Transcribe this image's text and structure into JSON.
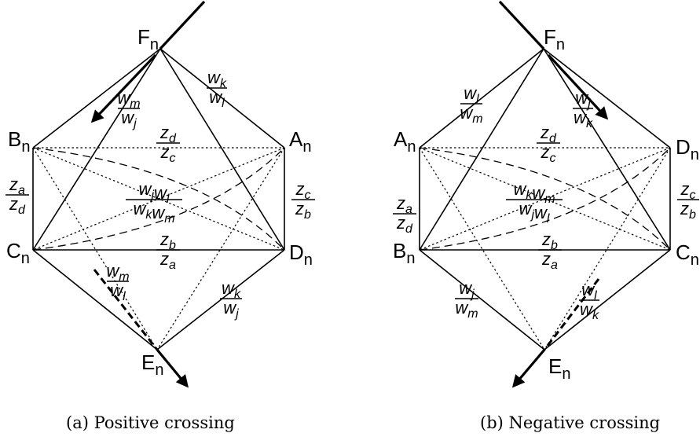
{
  "panels": [
    {
      "caption": "(a) Positive crossing",
      "vertices": {
        "F": {
          "letter": "F",
          "sub": "n"
        },
        "B": {
          "letter": "B",
          "sub": "n"
        },
        "A": {
          "letter": "A",
          "sub": "n"
        },
        "C": {
          "letter": "C",
          "sub": "n"
        },
        "D": {
          "letter": "D",
          "sub": "n"
        },
        "E": {
          "letter": "E",
          "sub": "n"
        }
      },
      "ratios": {
        "r1": {
          "num": [
            [
              "w",
              "k"
            ]
          ],
          "den": [
            [
              "w",
              "l"
            ]
          ]
        },
        "r2": {
          "num": [
            [
              "w",
              "m"
            ]
          ],
          "den": [
            [
              "w",
              "j"
            ]
          ]
        },
        "r3": {
          "num": [
            [
              "z",
              "d"
            ]
          ],
          "den": [
            [
              "z",
              "c"
            ]
          ]
        },
        "r4": {
          "num": [
            [
              "z",
              "a"
            ]
          ],
          "den": [
            [
              "z",
              "d"
            ]
          ]
        },
        "r5": {
          "num": [
            [
              "w",
              "j"
            ],
            [
              "w",
              "l"
            ]
          ],
          "den": [
            [
              "w",
              "k"
            ],
            [
              "w",
              "m"
            ]
          ]
        },
        "r6": {
          "num": [
            [
              "z",
              "c"
            ]
          ],
          "den": [
            [
              "z",
              "b"
            ]
          ]
        },
        "r7": {
          "num": [
            [
              "z",
              "b"
            ]
          ],
          "den": [
            [
              "z",
              "a"
            ]
          ]
        },
        "r8": {
          "num": [
            [
              "w",
              "m"
            ]
          ],
          "den": [
            [
              "w",
              "l"
            ]
          ]
        },
        "r9": {
          "num": [
            [
              "w",
              "k"
            ]
          ],
          "den": [
            [
              "w",
              "j"
            ]
          ]
        }
      }
    },
    {
      "caption": "(b) Negative crossing",
      "vertices": {
        "F": {
          "letter": "F",
          "sub": "n"
        },
        "A": {
          "letter": "A",
          "sub": "n"
        },
        "D": {
          "letter": "D",
          "sub": "n"
        },
        "B": {
          "letter": "B",
          "sub": "n"
        },
        "C": {
          "letter": "C",
          "sub": "n"
        },
        "E": {
          "letter": "E",
          "sub": "n"
        }
      },
      "ratios": {
        "r1": {
          "num": [
            [
              "w",
              "l"
            ]
          ],
          "den": [
            [
              "w",
              "m"
            ]
          ]
        },
        "r2": {
          "num": [
            [
              "w",
              "j"
            ]
          ],
          "den": [
            [
              "w",
              "k"
            ]
          ]
        },
        "r3": {
          "num": [
            [
              "z",
              "d"
            ]
          ],
          "den": [
            [
              "z",
              "c"
            ]
          ]
        },
        "r4": {
          "num": [
            [
              "z",
              "a"
            ]
          ],
          "den": [
            [
              "z",
              "d"
            ]
          ]
        },
        "r5": {
          "num": [
            [
              "w",
              "k"
            ],
            [
              "w",
              "m"
            ]
          ],
          "den": [
            [
              "w",
              "j"
            ],
            [
              "w",
              "l"
            ]
          ]
        },
        "r6": {
          "num": [
            [
              "z",
              "c"
            ]
          ],
          "den": [
            [
              "z",
              "b"
            ]
          ]
        },
        "r7": {
          "num": [
            [
              "z",
              "b"
            ]
          ],
          "den": [
            [
              "z",
              "a"
            ]
          ]
        },
        "r8": {
          "num": [
            [
              "w",
              "j"
            ]
          ],
          "den": [
            [
              "w",
              "m"
            ]
          ]
        },
        "r9": {
          "num": [
            [
              "w",
              "l"
            ]
          ],
          "den": [
            [
              "w",
              "k"
            ]
          ]
        }
      }
    }
  ]
}
